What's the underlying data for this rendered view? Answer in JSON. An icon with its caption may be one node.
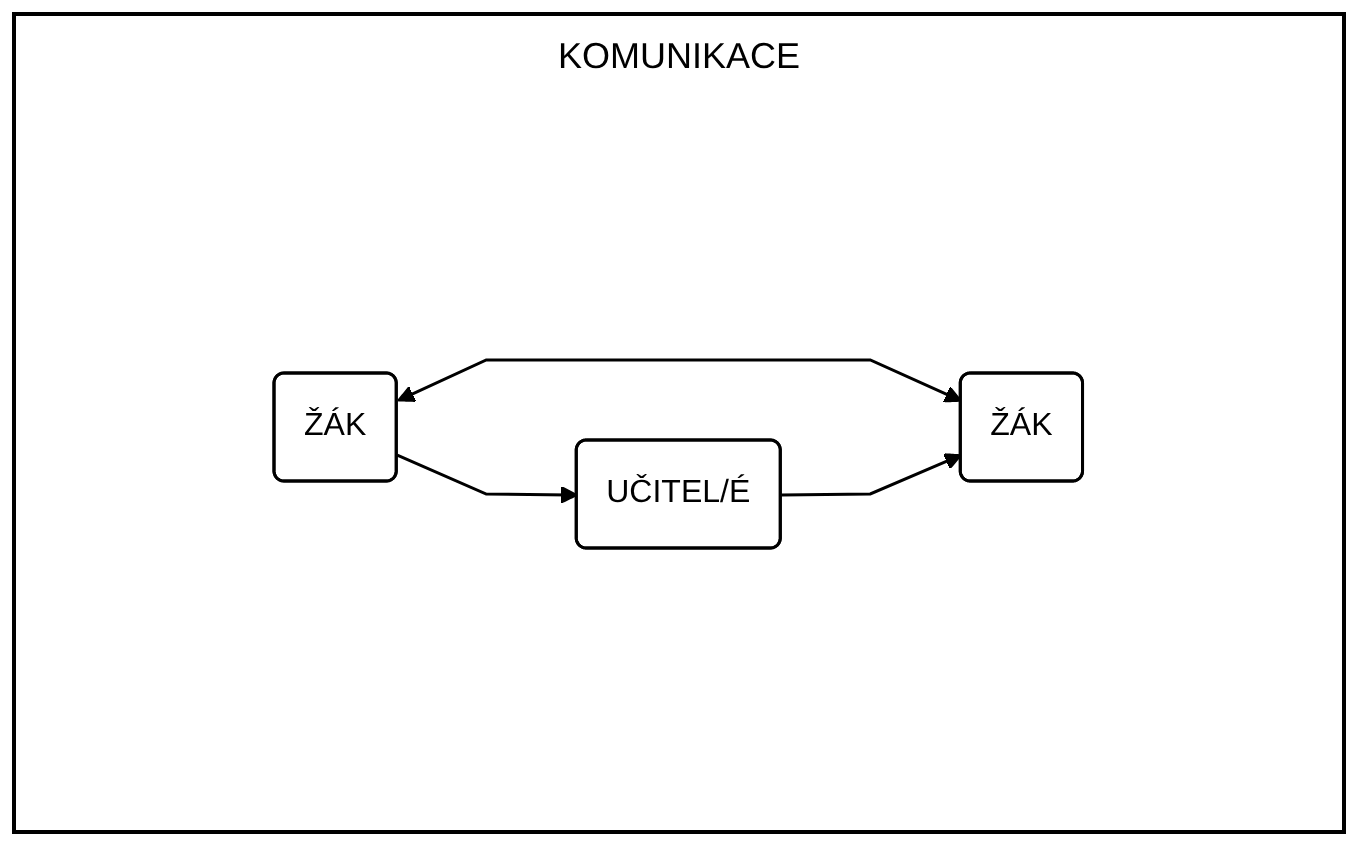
{
  "diagram": {
    "nodes": [
      {
        "text": [
          "ŽÁK"
        ]
      },
      {
        "text": [
          "ŽÁK"
        ]
      },
      {
        "text": [
          "UČITEL/É"
        ]
      }
    ],
    "edges": [
      {
        "from": 0,
        "to": 1,
        "arrow": "both"
      },
      {
        "from": 0,
        "to": 2,
        "arrow": "to"
      },
      {
        "from": 2,
        "to": 1,
        "arrow": "to"
      }
    ],
    "labels": [
      "KOMUNIKACE"
    ]
  }
}
